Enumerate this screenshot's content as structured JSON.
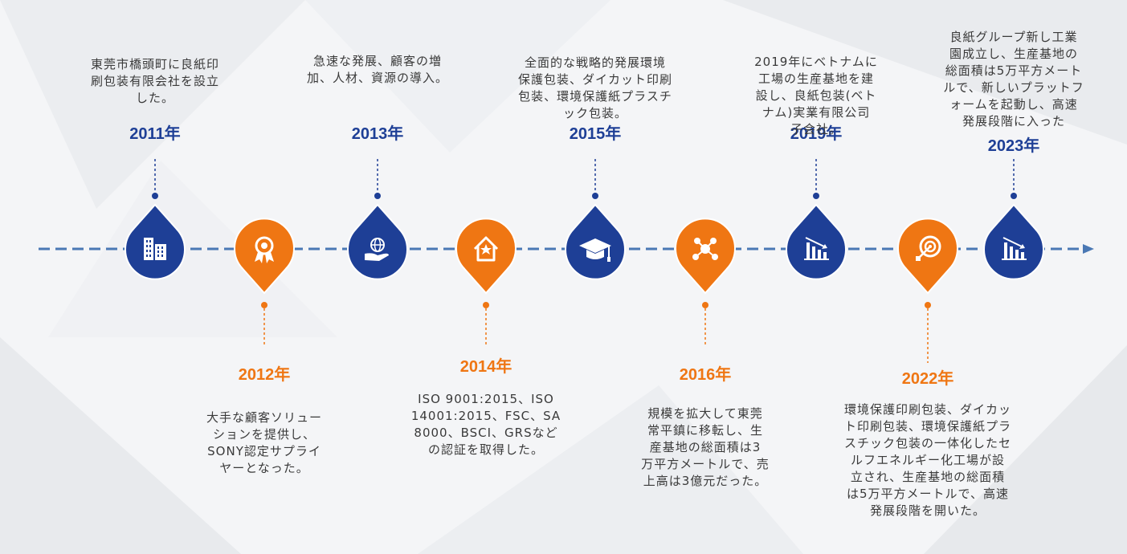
{
  "colors": {
    "blue": "#1e3f96",
    "orange": "#ef7613",
    "line": "#4a78b4",
    "text": "#3a3a3a"
  },
  "milestones": [
    {
      "year": "2011年",
      "text": "東莞市橋頭町に良紙印\n刷包装有限会社を設立\nした。",
      "icon": "building-icon",
      "color": "blue",
      "side": "top"
    },
    {
      "year": "2012年",
      "text": "大手な顧客ソリュー\nションを提供し、\nSONY認定サプライ\nヤーとなった。",
      "icon": "award-ribbon-icon",
      "color": "orange",
      "side": "bottom"
    },
    {
      "year": "2013年",
      "text": "急速な発展、顧客の増\n加、人材、資源の導入。",
      "icon": "globe-hand-icon",
      "color": "blue",
      "side": "top"
    },
    {
      "year": "2014年",
      "text": "ISO 9001:2015、ISO\n14001:2015、FSC、SA\n8000、BSCI、GRSなど\nの認証を取得した。",
      "icon": "house-star-icon",
      "color": "orange",
      "side": "bottom"
    },
    {
      "year": "2015年",
      "text": "全面的な戦略的発展環境\n保護包装、ダイカット印刷\n包装、環境保護紙プラスチ\nック包装。",
      "icon": "graduation-cap-icon",
      "color": "blue",
      "side": "top"
    },
    {
      "year": "2016年",
      "text": "規模を拡大して東莞\n常平鎮に移転し、生\n産基地の総面積は3\n万平方メートルで、売\n上高は3億元だった。",
      "icon": "network-icon",
      "color": "orange",
      "side": "bottom"
    },
    {
      "year": "2019年",
      "text": "2019年にベトナムに\n工場の生産基地を建\n設し、良紙包装(ベト\nナム)実業有限公司\n子会社。",
      "icon": "bar-chart-down-icon",
      "color": "blue",
      "side": "top"
    },
    {
      "year": "2022年",
      "text": "環境保護印刷包装、ダイカッ\nト印刷包装、環境保護紙プラ\nスチック包装の一体化したセ\nルフエネルギー化工場が設\n立され、生産基地の総面積\nは5万平方メートルで、高速\n発展段階を開いた。",
      "icon": "target-icon",
      "color": "orange",
      "side": "bottom"
    },
    {
      "year": "2023年",
      "text": "良紙グループ新し工業\n園成立し、生産基地の\n総面積は5万平方メート\nルで、新しいプラットフ\nォームを起動し、高速\n発展段階に入った",
      "icon": "bar-chart-down-icon",
      "color": "blue",
      "side": "top"
    }
  ]
}
